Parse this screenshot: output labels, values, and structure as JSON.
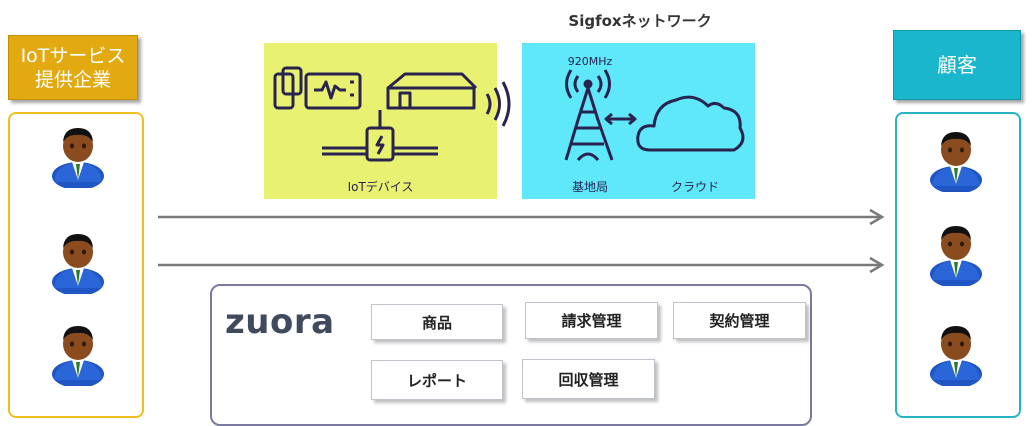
{
  "provider": {
    "header": "IoTサービス\n提供企業"
  },
  "customer": {
    "header": "顧客"
  },
  "iot": {
    "label": "IoTデバイス"
  },
  "sigfox": {
    "title": "Sigfoxネットワーク",
    "frequency": "920MHz",
    "base_station": "基地局",
    "cloud": "クラウド"
  },
  "zuora": {
    "logo": "zuora",
    "modules": {
      "product": "商品",
      "billing": "請求管理",
      "contract": "契約管理",
      "report": "レポート",
      "collection": "回収管理"
    }
  },
  "colors": {
    "provider": "#e2a910",
    "customer": "#1ab6cb",
    "iot_panel": "#e9f270",
    "sigfox_panel": "#5ee8fa",
    "icon_stroke": "#2a2350"
  }
}
